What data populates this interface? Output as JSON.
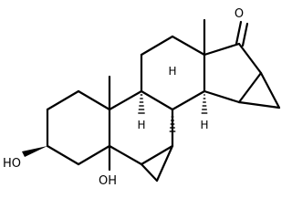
{
  "molecule": {
    "labels": {
      "ketone_o": "O",
      "hydroxyl_3": "HO",
      "hydroxyl_5": "OH",
      "h_9": "H",
      "h_8": "H",
      "h_14": "H"
    },
    "colors": {
      "bond": "#000000",
      "background": "#ffffff"
    }
  }
}
